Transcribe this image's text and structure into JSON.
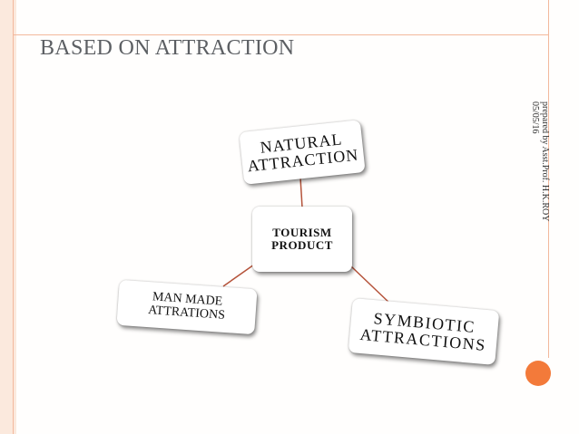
{
  "slide": {
    "title": "BASED ON ATTRACTION",
    "date": "05/05/16",
    "credit": "prepared by Asst.Prof. H.K.ROY"
  },
  "diagram": {
    "center": "TOURISM\nPRODUCT",
    "nodes": {
      "natural": "NATURAL\nATTRACTION",
      "manmade": "MAN MADE\nATTRATIONS",
      "symbiotic": "SYMBIOTIC\nATTRACTIONS"
    },
    "connector_color": "#b5533a"
  },
  "colors": {
    "accent": "#f37a3a",
    "band": "#fbe9dd",
    "rule": "#f3b89c"
  }
}
